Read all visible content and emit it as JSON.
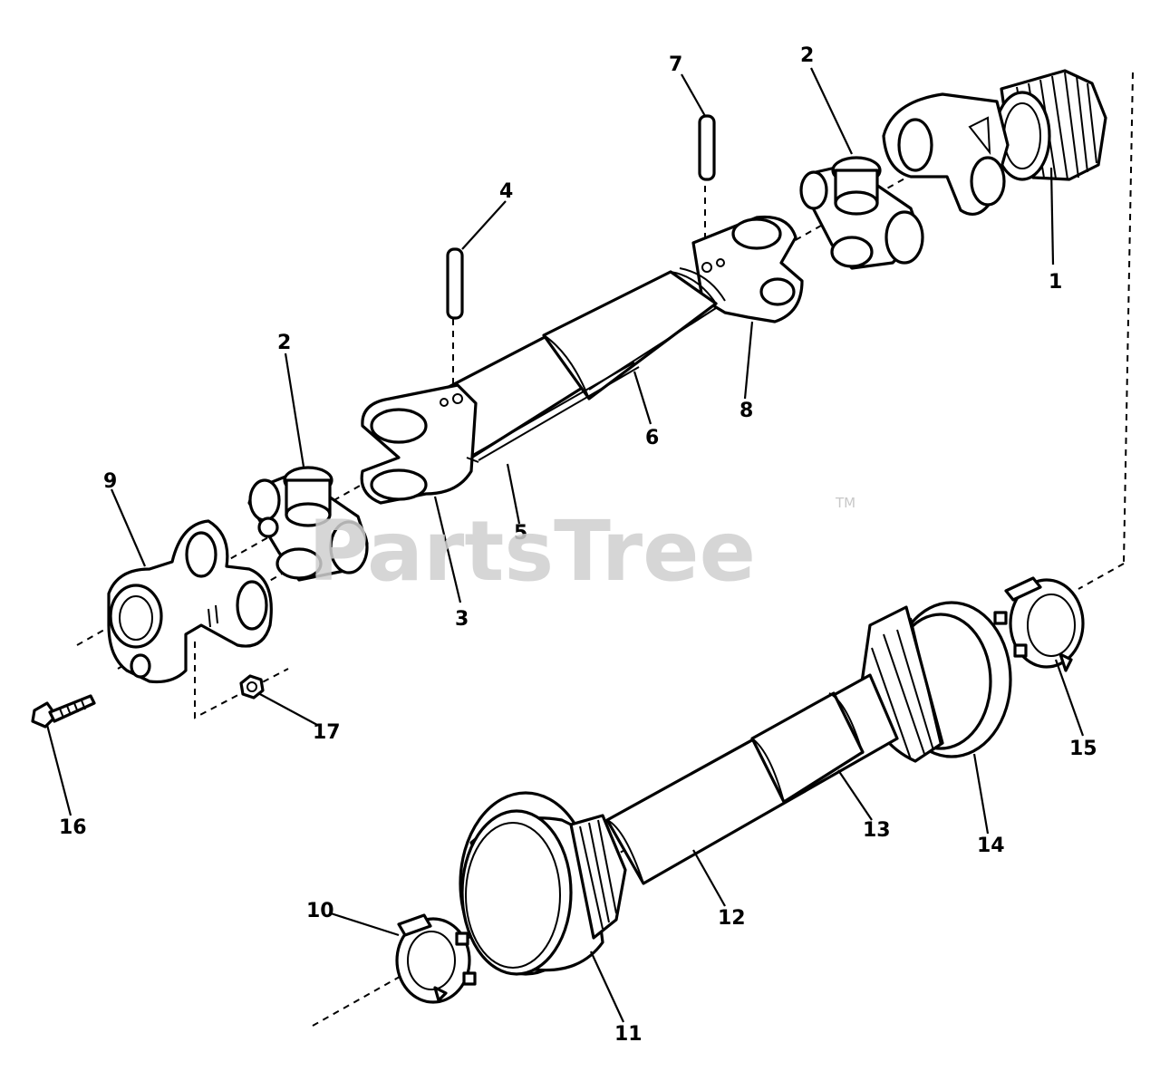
{
  "diagram": {
    "callouts": {
      "c1": "1",
      "c2a": "2",
      "c2b": "2",
      "c3": "3",
      "c4": "4",
      "c5": "5",
      "c6": "6",
      "c7": "7",
      "c8": "8",
      "c9": "9",
      "c10": "10",
      "c11": "11",
      "c12": "12",
      "c13": "13",
      "c14": "14",
      "c15": "15",
      "c16": "16",
      "c17": "17"
    },
    "watermark": {
      "text": "PartsTree",
      "tm": "TM"
    },
    "colors": {
      "line": "#000000",
      "background": "#ffffff",
      "watermark": "#d0d0d0"
    }
  }
}
